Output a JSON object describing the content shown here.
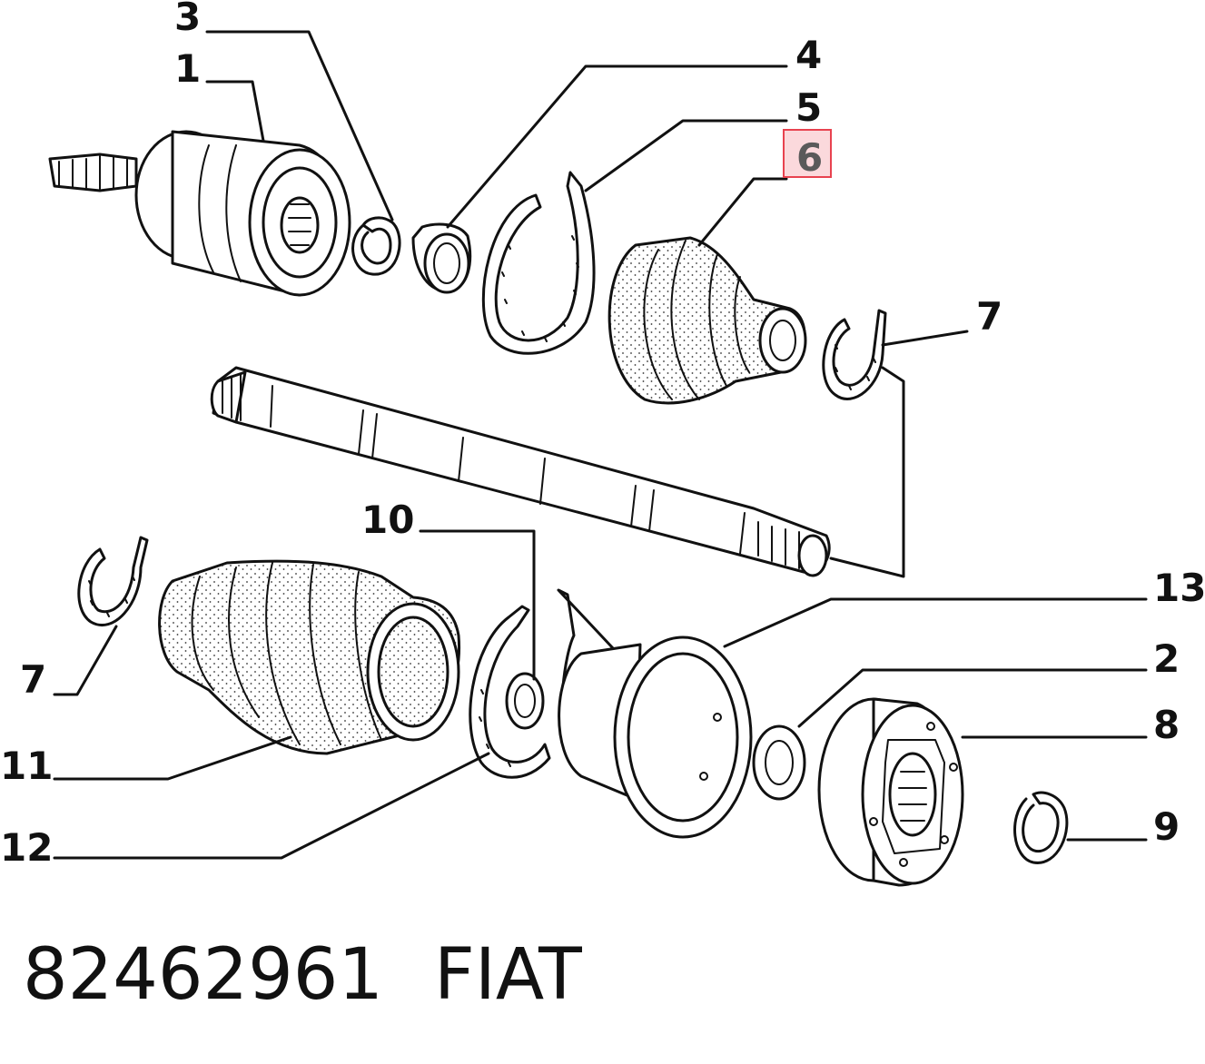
{
  "callouts": {
    "c1": "1",
    "c2": "2",
    "c3": "3",
    "c4": "4",
    "c5": "5",
    "c6": "6",
    "c7a": "7",
    "c7b": "7",
    "c8": "8",
    "c9": "9",
    "c10": "10",
    "c11": "11",
    "c12": "12",
    "c13": "13"
  },
  "highlight": {
    "label": "6",
    "color": "#e8424f",
    "fill": "#fbd9dc"
  },
  "caption": {
    "part_number": "82462961",
    "brand": "FIAT"
  }
}
